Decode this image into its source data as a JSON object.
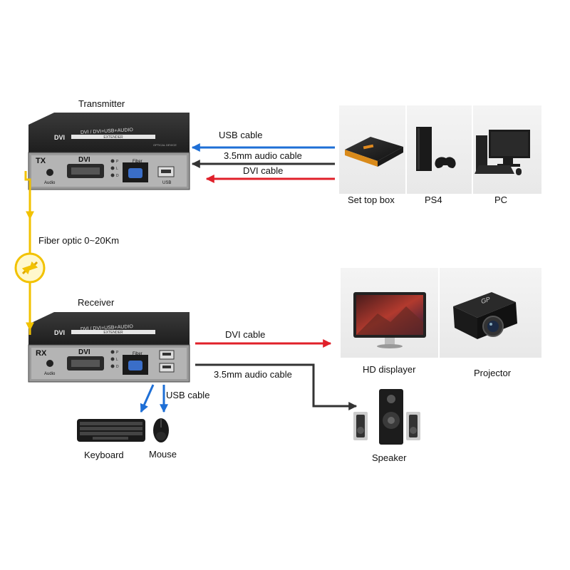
{
  "transmitter": {
    "title": "Transmitter",
    "tag": "TX",
    "top_text": "DVI / DVI+USB+AUDIO",
    "brand": "DVI",
    "band_text": "EXTENDER",
    "small_text": "OPTICAL DEVICE",
    "port_dvi": "DVI",
    "port_audio": "Audio",
    "port_fiber": "Fiber",
    "port_usb": "USB",
    "led_labels": [
      "P",
      "L",
      "D"
    ]
  },
  "receiver": {
    "title": "Receiver",
    "tag": "RX",
    "top_text": "DVI / DVI+USB+AUDIO",
    "brand": "DVI",
    "band_text": "EXTENDER",
    "port_dvi": "DVI",
    "port_audio": "Audio",
    "port_fiber": "Fiber",
    "led_labels": [
      "P",
      "L",
      "D"
    ]
  },
  "fiber": {
    "label": "Fiber optic 0~20Km",
    "color": "#f2c200"
  },
  "cables": {
    "usb_in": {
      "label": "USB cable",
      "color": "#1e6fd6"
    },
    "audio_in": {
      "label": "3.5mm audio cable",
      "color": "#333333"
    },
    "dvi_in": {
      "label": "DVI cable",
      "color": "#e0202a"
    },
    "dvi_out": {
      "label": "DVI cable",
      "color": "#e0202a"
    },
    "audio_out": {
      "label": "3.5mm audio cable",
      "color": "#333333"
    },
    "usb_out": {
      "label": "USB cable",
      "color": "#1e6fd6"
    }
  },
  "sources": [
    {
      "label": "Set top box"
    },
    {
      "label": "PS4"
    },
    {
      "label": "PC"
    }
  ],
  "displays": [
    {
      "label": "HD displayer"
    },
    {
      "label": "Projector"
    }
  ],
  "peripherals": {
    "keyboard": "Keyboard",
    "mouse": "Mouse",
    "speaker": "Speaker",
    "projector_brand": "GP"
  }
}
